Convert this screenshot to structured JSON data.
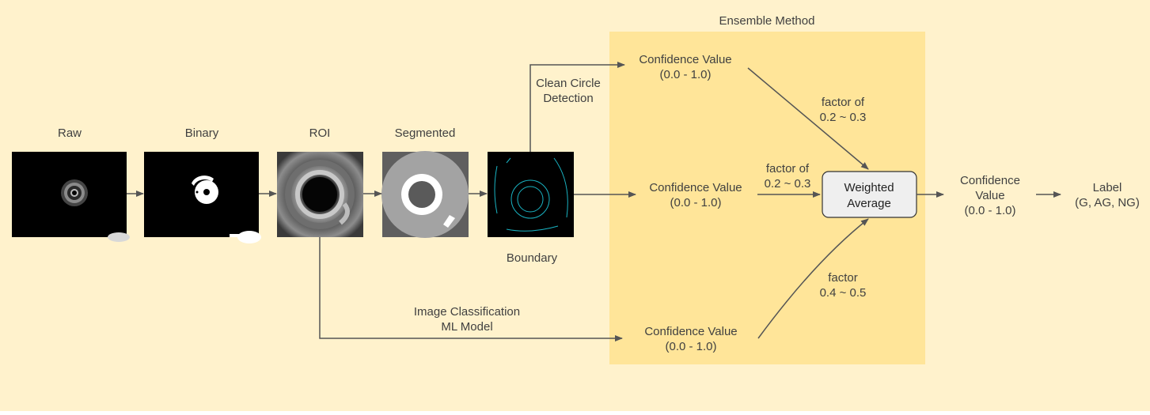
{
  "stages": {
    "raw": "Raw",
    "binary": "Binary",
    "roi": "ROI",
    "segmented": "Segmented",
    "boundary": "Boundary"
  },
  "branches": {
    "circle_line1": "Clean Circle",
    "circle_line2": "Detection",
    "ml_line1": "Image Classification",
    "ml_line2": "ML Model"
  },
  "ensemble": {
    "title": "Ensemble Method",
    "conf_top_1": "Confidence Value",
    "conf_top_2": "(0.0 - 1.0)",
    "conf_mid_1": "Confidence Value",
    "conf_mid_2": "(0.0 - 1.0)",
    "conf_bot_1": "Confidence Value",
    "conf_bot_2": "(0.0 - 1.0)",
    "factor_top_1": "factor of",
    "factor_top_2": "0.2 ~ 0.3",
    "factor_mid_1": "factor of",
    "factor_mid_2": "0.2 ~ 0.3",
    "factor_bot_1": "factor",
    "factor_bot_2": "0.4 ~ 0.5",
    "wa_1": "Weighted",
    "wa_2": "Average"
  },
  "output": {
    "conf_1": "Confidence",
    "conf_2": "Value",
    "conf_3": "(0.0 - 1.0)",
    "label_1": "Label",
    "label_2": "(G, AG, NG)"
  },
  "colors": {
    "background": "#fff2cc",
    "ensemble_box": "#ffe599",
    "arrow": "#555555",
    "text": "#404040",
    "weighted_box": "#efefef",
    "boundary_lines": "#19b3c2"
  }
}
